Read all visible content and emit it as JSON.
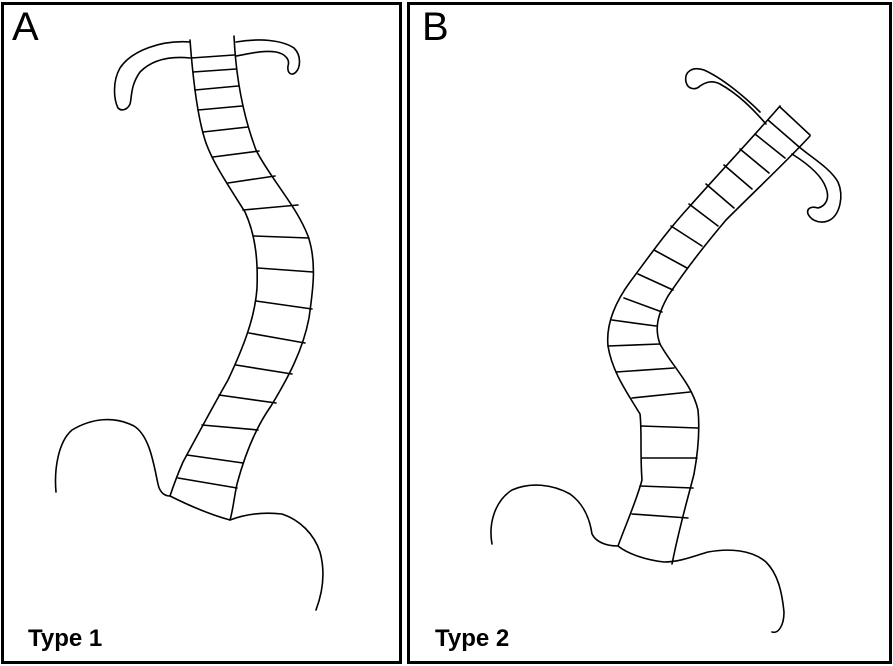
{
  "panels": [
    {
      "letter": "A",
      "caption": "Type 1"
    },
    {
      "letter": "B",
      "caption": "Type 2"
    }
  ],
  "colors": {
    "background": "#ffffff",
    "line": "#000000"
  }
}
